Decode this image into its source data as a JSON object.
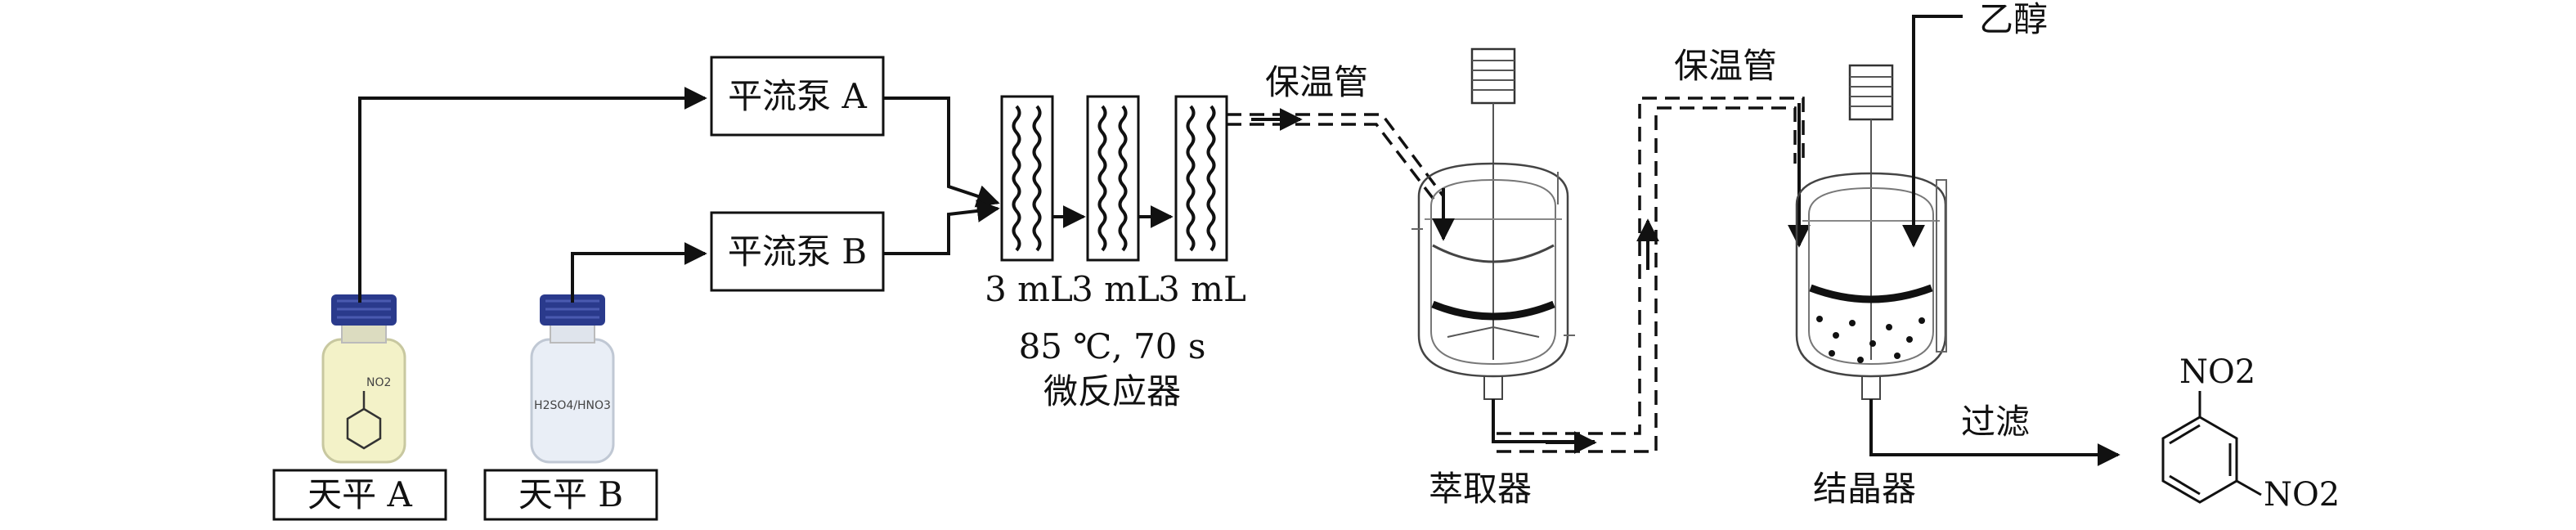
{
  "labels": {
    "pump_a": "平流泵 A",
    "pump_b": "平流泵 B",
    "balance_a": "天平 A",
    "balance_b": "天平 B",
    "volumes": [
      "3 mL",
      "3 mL",
      "3 mL"
    ],
    "conditions": "85 ℃, 70 s",
    "microreactor": "微反应器",
    "insulated_tube_1": "保温管",
    "insulated_tube_2": "保温管",
    "extractor": "萃取器",
    "crystallizer": "结晶器",
    "ethanol": "乙醇",
    "filtration": "过滤",
    "bottle_a_label": "NO2",
    "bottle_b_label": "H2SO4/HNO3",
    "product_no2_top": "NO2",
    "product_no2_bottom": "NO2"
  },
  "colors": {
    "line": "#111111",
    "bottle_cap": "#2a3a8c",
    "bottle_a_liquid": "#f3f2c8",
    "bottle_b_liquid": "#e9eef6"
  }
}
